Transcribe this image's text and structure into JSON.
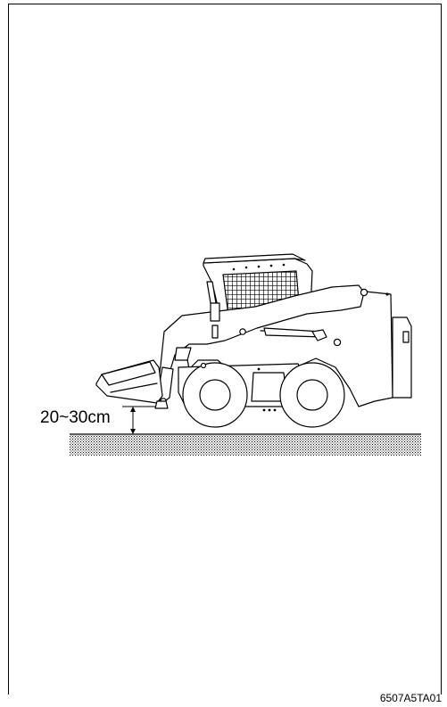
{
  "figure": {
    "height_label": "20~30cm",
    "figure_code": "6507A5TA01",
    "subject_icon": "skid-steer-loader-icon",
    "ground_icon": "ground-hatch-icon",
    "bucket_height_cm": {
      "min": 20,
      "max": 30
    }
  }
}
